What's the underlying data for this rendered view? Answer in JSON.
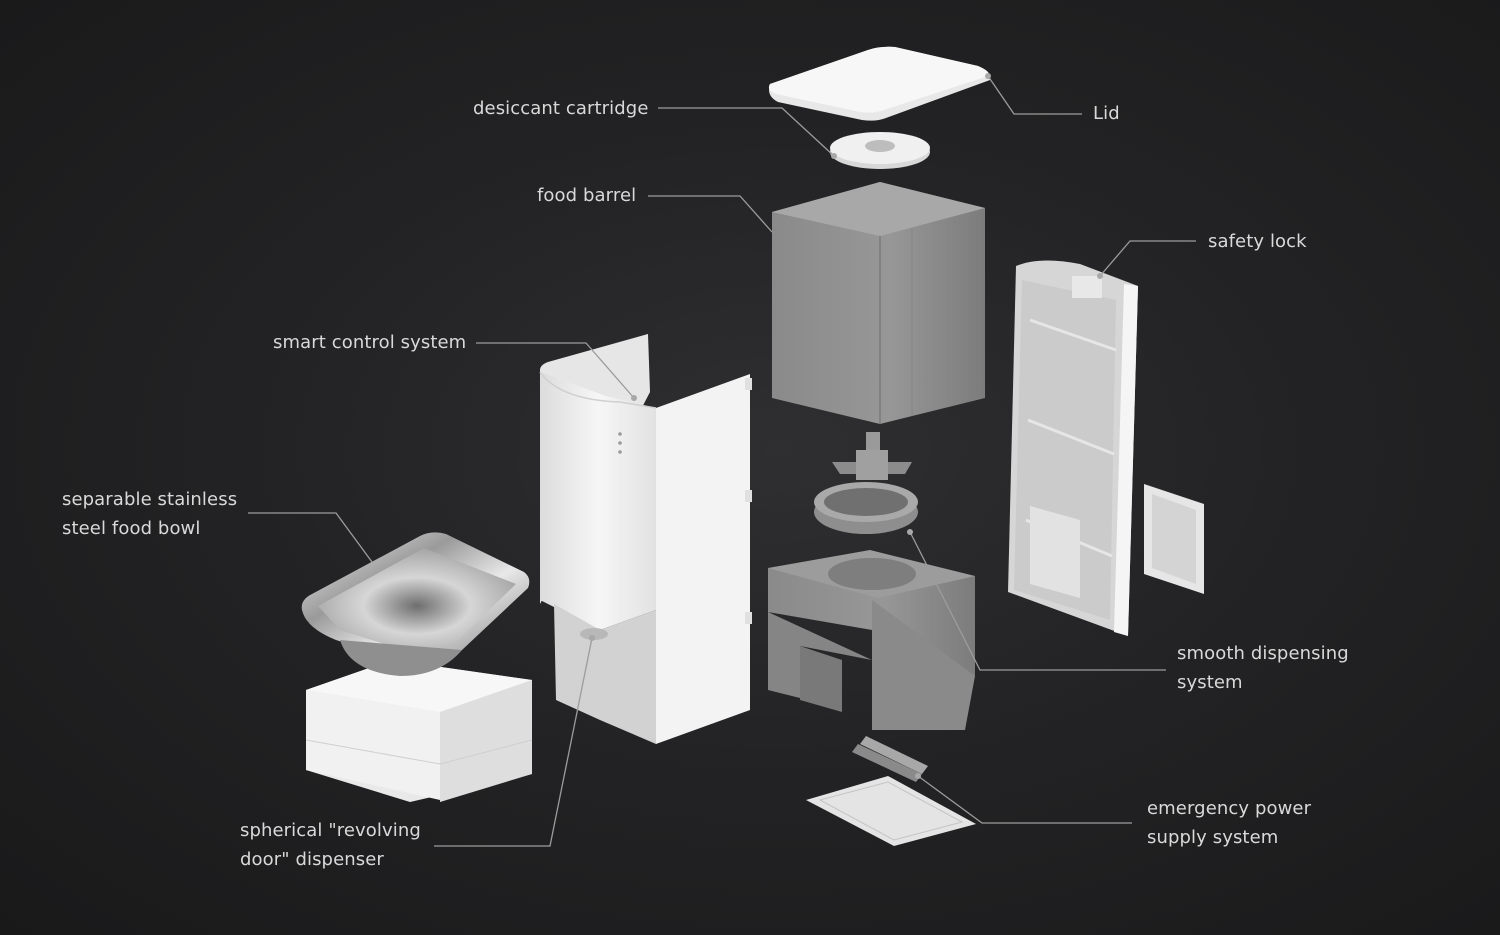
{
  "labels": {
    "desiccant": "desiccant cartridge",
    "lid": "Lid",
    "food_barrel": "food barrel",
    "safety_lock": "safety lock",
    "smart_control": "smart control system",
    "food_bowl": "separable stainless\nsteel food bowl",
    "smooth_dispensing": "smooth dispensing\nsystem",
    "emergency_power": "emergency power\nsupply system",
    "dispenser": "spherical \"revolving\ndoor\" dispenser"
  },
  "colors": {
    "background": "#232325",
    "label_text": "#d9d9d9",
    "leader_line": "#9c9c9c",
    "white_part": "#f2f2f2",
    "grey_part": "#8e8e8e",
    "steel": "#c8c8c8"
  }
}
